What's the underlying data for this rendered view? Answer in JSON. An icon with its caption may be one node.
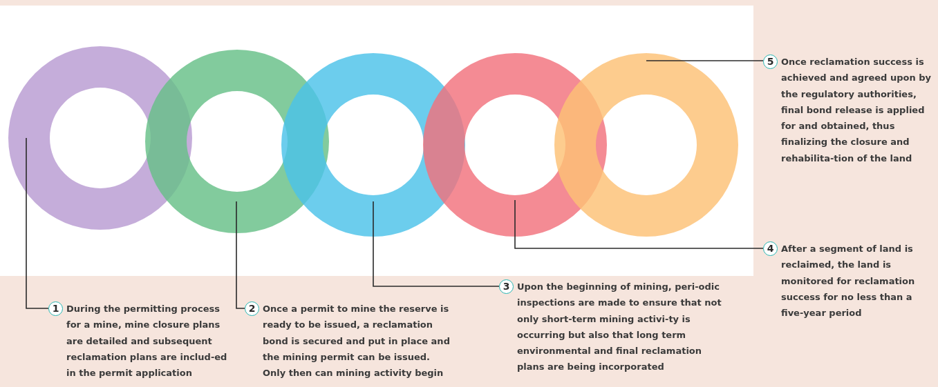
{
  "diagram": {
    "nodes": [
      {
        "text": [],
        "shape": "ring"
      },
      {
        "text": [],
        "shape": "ring"
      },
      {
        "text": [],
        "shape": "ring"
      },
      {
        "text": [],
        "shape": "ring"
      },
      {
        "text": [],
        "shape": "ring"
      },
      {
        "text": [
          "1",
          "During the permitting process for a mine, mine closure plans are detailed and subsequent reclamation plans are includ-ed in the permit application"
        ]
      },
      {
        "text": [
          "2",
          "Once a permit to mine the reserve is ready to be issued, a reclamation bond is secured and put in place and the mining permit can be issued. Only then can mining activity begin"
        ]
      },
      {
        "text": [
          "3",
          "Upon the beginning of mining, peri-odic inspections are made to ensure that not only short-term mining activi-ty is occurring but also that long term environmental and final reclamation plans are being incorporated"
        ]
      },
      {
        "text": [
          "4",
          "After a segment of land is reclaimed, the land is monitored for reclamation success for no less than a five-year period"
        ]
      },
      {
        "text": [
          "5",
          "Once reclamation success is achieved and agreed upon by the regulatory authorities, final bond release is applied for and obtained, thus finalizing the closure and rehabilita-tion of the land"
        ]
      }
    ],
    "edges": [
      {
        "from": 5,
        "to": 0,
        "arrow": "none"
      },
      {
        "from": 6,
        "to": 1,
        "arrow": "none"
      },
      {
        "from": 7,
        "to": 2,
        "arrow": "none"
      },
      {
        "from": 8,
        "to": 3,
        "arrow": "none"
      },
      {
        "from": 9,
        "to": 4,
        "arrow": "none"
      }
    ]
  }
}
